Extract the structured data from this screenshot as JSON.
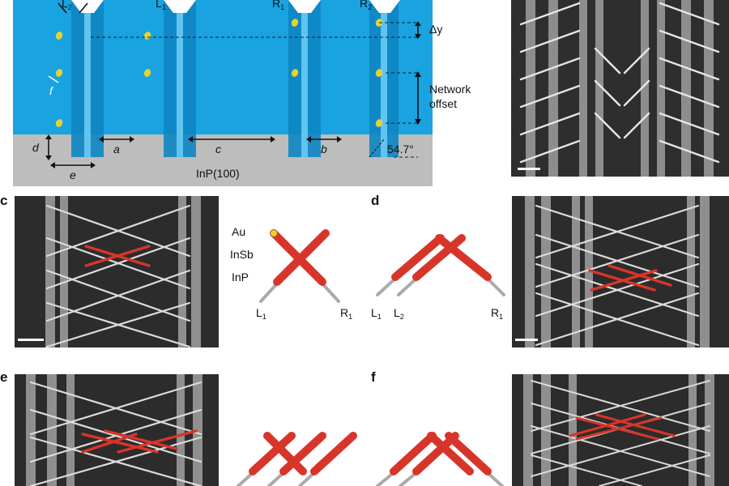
{
  "panels": {
    "c": "c",
    "d": "d",
    "e": "e",
    "f": "f"
  },
  "panel_a": {
    "top_labels": [
      "L",
      "2",
      "L",
      "1",
      "R",
      "1",
      "R",
      "2"
    ],
    "dim_labels": {
      "a": "a",
      "b": "b",
      "c": "c",
      "d": "d",
      "e": "e",
      "f": "f",
      "delta_y": "Δy"
    },
    "network_offset": [
      "Network",
      "offset"
    ],
    "angle": "54.7°",
    "substrate": "InP(100)"
  },
  "panel_c_diagram": {
    "materials": [
      "Au",
      "InSb",
      "InP"
    ],
    "left": "L",
    "left_sub": "1",
    "right": "R",
    "right_sub": "1"
  },
  "panel_d_diagram": {
    "left1": "L",
    "left1_sub": "1",
    "left2": "L",
    "left2_sub": "2",
    "right": "R",
    "right_sub": "1"
  },
  "colors": {
    "sky": "#19a3e0",
    "sky_dark": "#0f86c4",
    "substrate": "#b9b9b9",
    "nanowire_red": "#d8352a",
    "gold": "#e4d230",
    "sem_bg": "#2b2b2b"
  }
}
